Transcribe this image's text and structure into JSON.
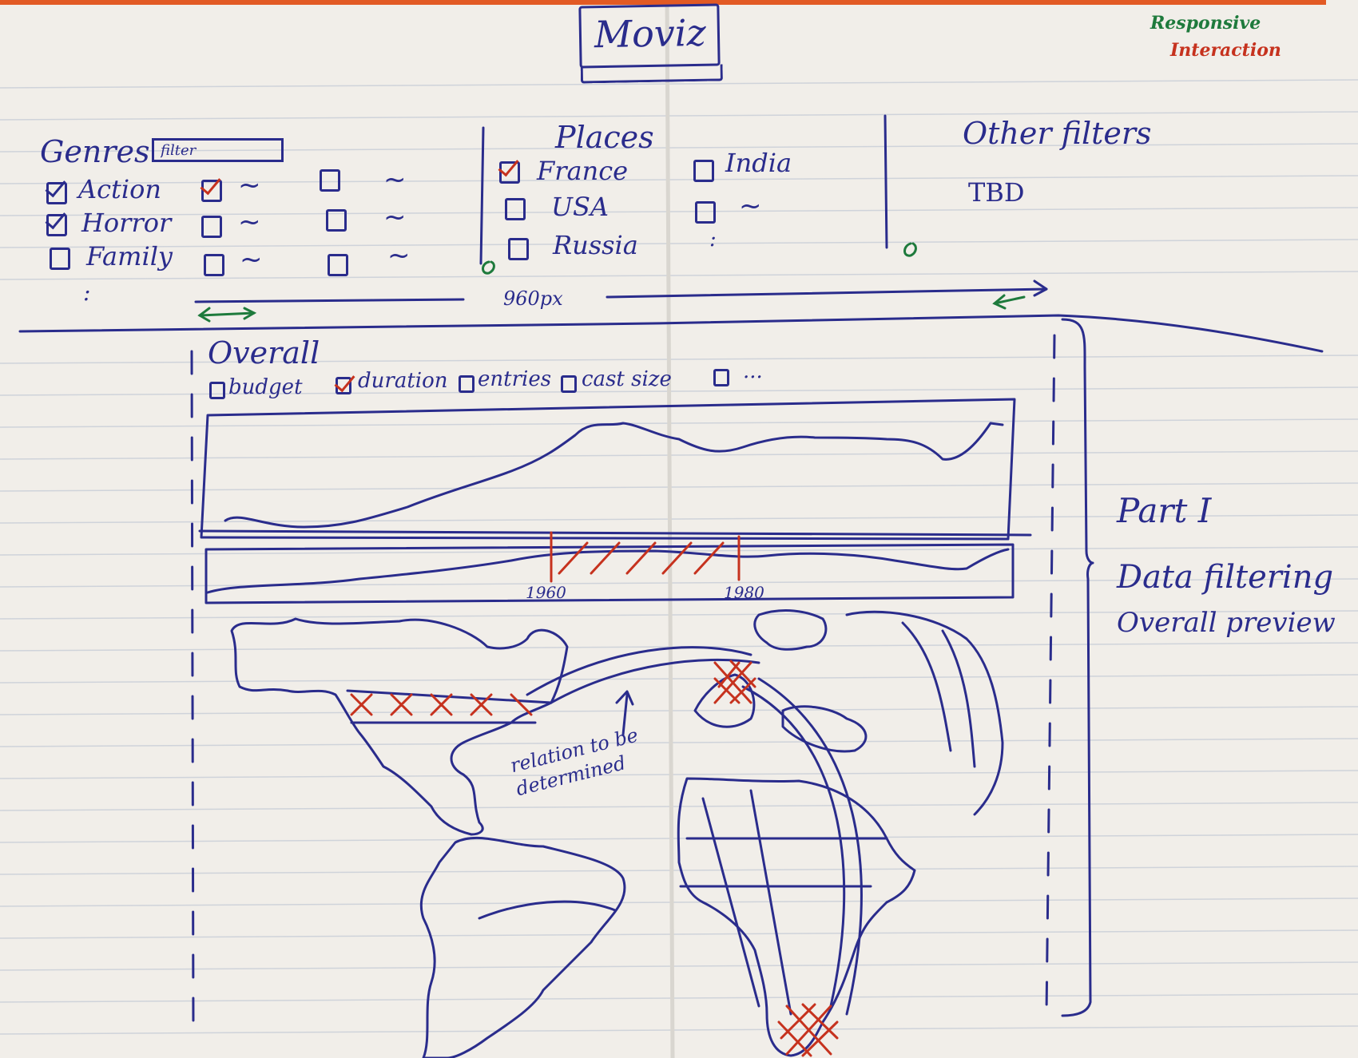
{
  "app": {
    "title": "Moviz"
  },
  "legend": {
    "responsive": "Responsive",
    "interaction": "Interaction"
  },
  "genres": {
    "label": "Genres",
    "filter_value": "filter",
    "items": [
      {
        "label": "Action",
        "checked": true
      },
      {
        "label": "Horror",
        "checked": true
      },
      {
        "label": "Family",
        "checked": false
      }
    ],
    "placeholder_text": "~",
    "more": ":"
  },
  "places": {
    "label": "Places",
    "items": [
      {
        "label": "France",
        "checked": true
      },
      {
        "label": "USA",
        "checked": false
      },
      {
        "label": "Russia",
        "checked": false
      },
      {
        "label": "India",
        "checked": false
      },
      {
        "label": "~",
        "checked": false
      }
    ],
    "more": ":"
  },
  "other_filters": {
    "label": "Other filters",
    "value": "TBD"
  },
  "layout_note": {
    "width_label": "960px"
  },
  "overall": {
    "label": "Overall",
    "metrics": [
      {
        "label": "budget",
        "checked": false
      },
      {
        "label": "duration",
        "checked": true
      },
      {
        "label": "entries",
        "checked": false
      },
      {
        "label": "cast size",
        "checked": false
      },
      {
        "label": "...",
        "checked": false
      }
    ]
  },
  "timeline": {
    "start_label": "1960",
    "end_label": "1980"
  },
  "map": {
    "annotation": "relation to be determined"
  },
  "part": {
    "label": "Part I",
    "line1": "Data filtering",
    "line2": "Overall preview"
  },
  "colors": {
    "ink": "#2a2c8c",
    "interaction": "#c6321e",
    "responsive": "#1e7a3c",
    "paper": "#f1eee9"
  }
}
